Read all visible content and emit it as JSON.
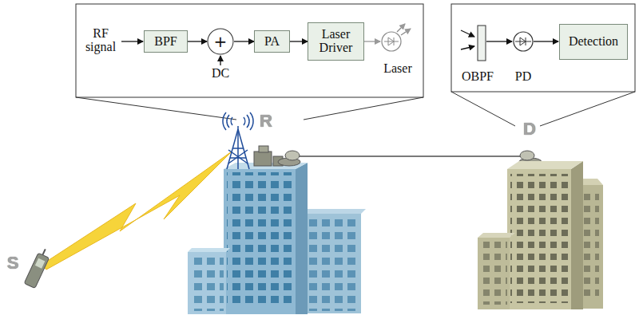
{
  "diagram": {
    "nodes": [
      {
        "text": [
          "BPF"
        ]
      },
      {
        "text": [
          "+"
        ]
      },
      {
        "text": [
          "PA"
        ]
      },
      {
        "text": [
          "Laser Driver"
        ]
      },
      {
        "text": [
          "Detection"
        ]
      }
    ],
    "edges": [
      {
        "from": 0,
        "to": 1,
        "arrow": "to"
      },
      {
        "from": 1,
        "to": 2,
        "arrow": "to"
      },
      {
        "from": 2,
        "to": 3,
        "arrow": "to"
      }
    ],
    "labels": [
      "RF signal",
      "DC",
      "Laser",
      "OBPF",
      "PD",
      "R",
      "D",
      "S"
    ]
  }
}
